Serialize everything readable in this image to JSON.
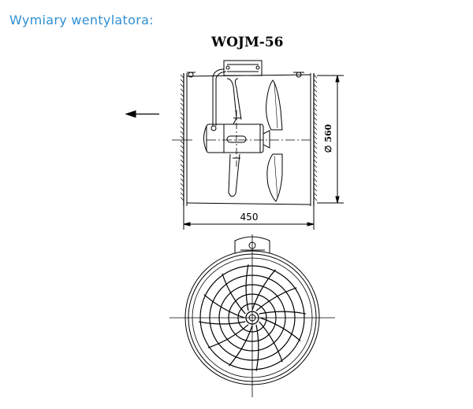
{
  "heading": "Wymiary wentylatora:",
  "model": "WOJM-56",
  "dimensions": {
    "length": "450",
    "diameter": "∅ 560"
  },
  "colors": {
    "heading": "#2f8fd3",
    "line": "#000000"
  }
}
